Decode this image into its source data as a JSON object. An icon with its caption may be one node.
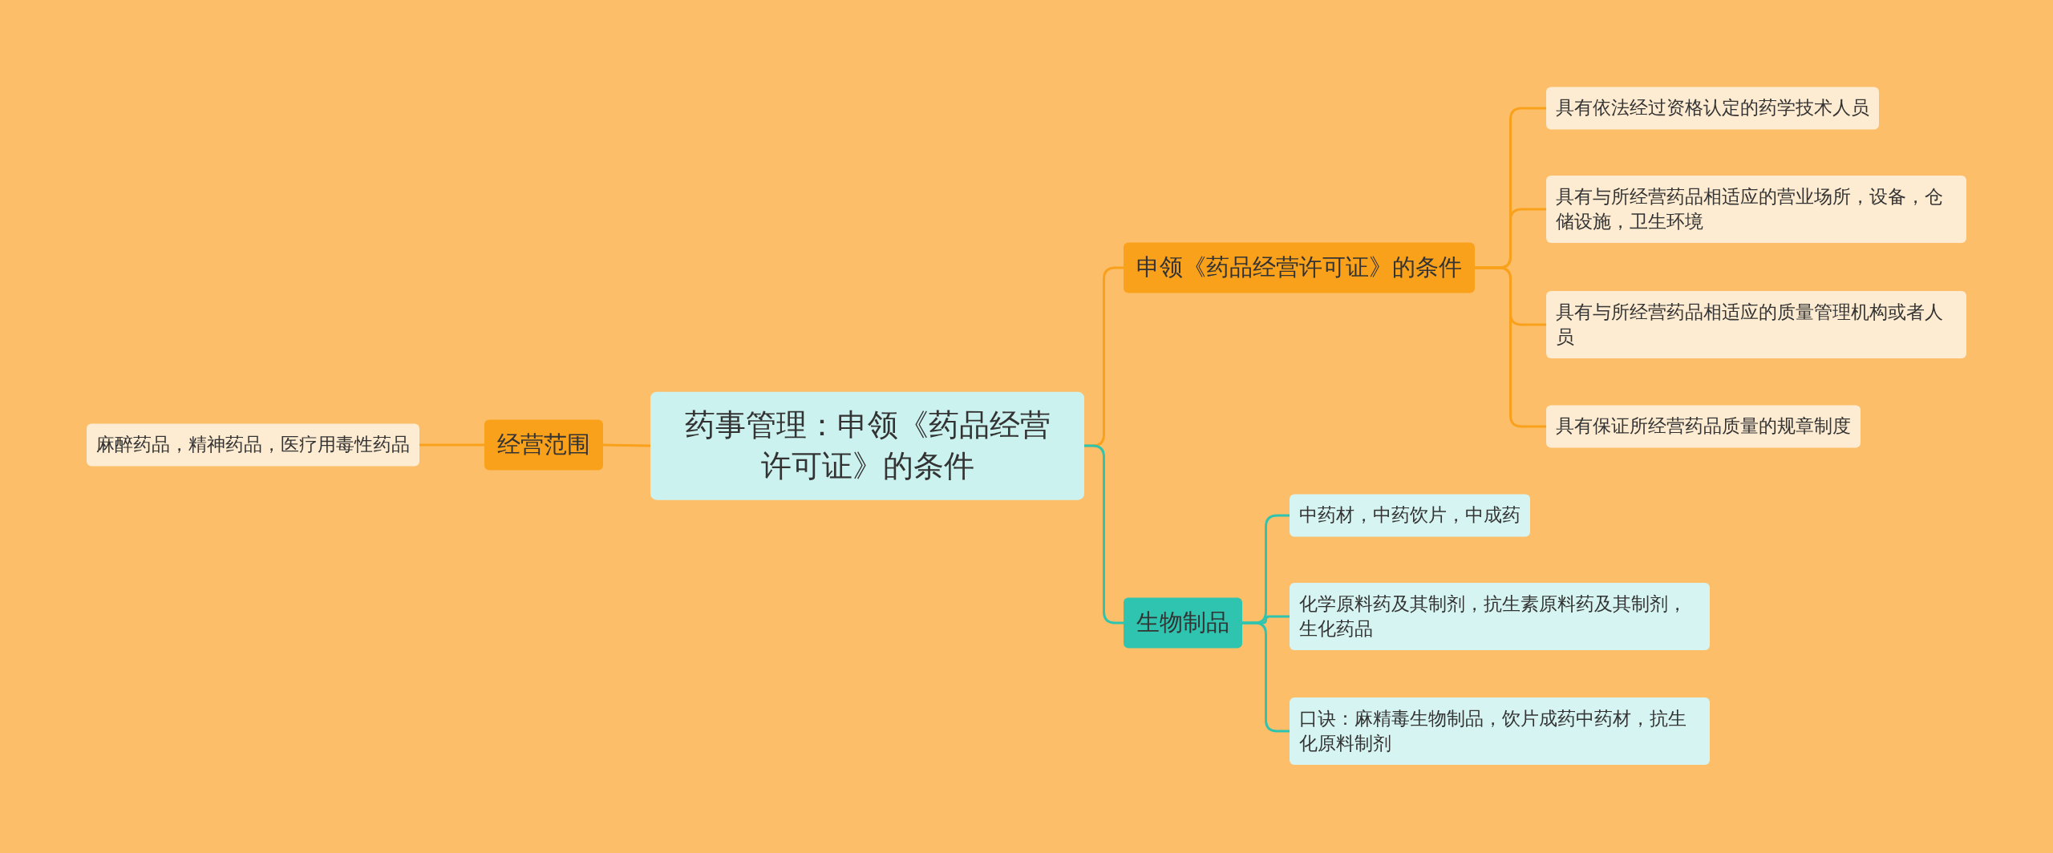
{
  "diagram": {
    "nodes": [
      {
        "text": [
          "药事管理：申领《药品经营许可证》的条件"
        ]
      },
      {
        "text": [
          "经营范围"
        ]
      },
      {
        "text": [
          "麻醉药品，精神药品，医疗用毒性药品"
        ]
      },
      {
        "text": [
          "申领《药品经营许可证》的条件"
        ]
      },
      {
        "text": [
          "具有依法经过资格认定的药学技术人员"
        ]
      },
      {
        "text": [
          "具有与所经营药品相适应的营业场所，设备，仓储设施，卫生环境"
        ]
      },
      {
        "text": [
          "具有与所经营药品相适应的质量管理机构或者人员"
        ]
      },
      {
        "text": [
          "具有保证所经营药品质量的规章制度"
        ]
      },
      {
        "text": [
          "生物制品"
        ]
      },
      {
        "text": [
          "中药材，中药饮片，中成药"
        ]
      },
      {
        "text": [
          "化学原料药及其制剂，抗生素原料药及其制剂，生化药品"
        ]
      },
      {
        "text": [
          "口诀：麻精毒生物制品，饮片成药中药材，抗生化原料制剂"
        ]
      }
    ],
    "edges": [
      {
        "from": 0,
        "to": 1,
        "arrow": "none"
      },
      {
        "from": 1,
        "to": 2,
        "arrow": "none"
      },
      {
        "from": 0,
        "to": 3,
        "arrow": "none"
      },
      {
        "from": 3,
        "to": 4,
        "arrow": "none"
      },
      {
        "from": 3,
        "to": 5,
        "arrow": "none"
      },
      {
        "from": 3,
        "to": 6,
        "arrow": "none"
      },
      {
        "from": 3,
        "to": 7,
        "arrow": "none"
      },
      {
        "from": 0,
        "to": 8,
        "arrow": "none",
        "color": "#2ec4b0"
      },
      {
        "from": 8,
        "to": 9,
        "arrow": "none",
        "color": "#2ec4b0"
      },
      {
        "from": 8,
        "to": 10,
        "arrow": "none",
        "color": "#2ec4b0"
      },
      {
        "from": 8,
        "to": 11,
        "arrow": "none",
        "color": "#2ec4b0"
      }
    ]
  }
}
